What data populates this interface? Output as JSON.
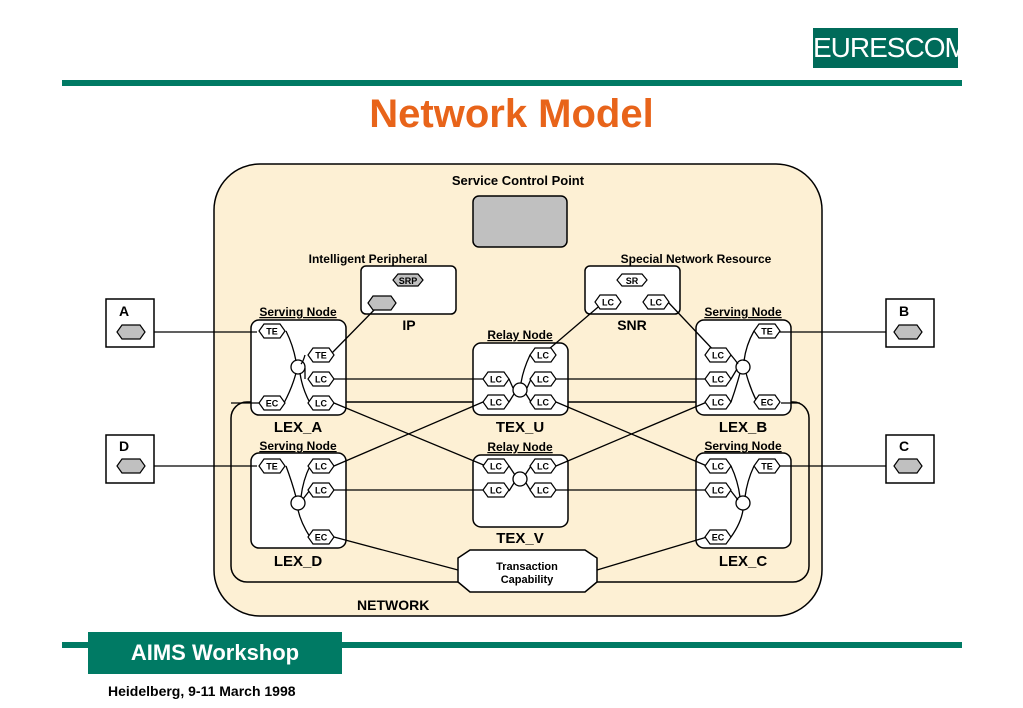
{
  "header": {
    "logo_text": "EURESCOM",
    "title": "Network Model"
  },
  "footer": {
    "workshop": "AIMS Workshop",
    "subtitle": "Heidelberg, 9-11 March 1998"
  },
  "colors": {
    "accent_green": "#007a64",
    "title_orange": "#e8641a",
    "network_fill": "#fdf0d4",
    "terminal_fill": "#c0c0c0"
  },
  "diagram": {
    "scp_label": "Service Control Point",
    "ip_caption": "Intelligent Peripheral",
    "ip_label": "IP",
    "srp": "SRP",
    "snr_caption": "Special Network Resource",
    "snr_label": "SNR",
    "sr": "SR",
    "serving_node": "Serving Node",
    "relay_node": "Relay Node",
    "network_label": "NETWORK",
    "transaction_line1": "Transaction",
    "transaction_line2": "Capability",
    "terminals": {
      "a": "A",
      "b": "B",
      "c": "C",
      "d": "D"
    },
    "nodes": {
      "lex_a": "LEX_A",
      "lex_b": "LEX_B",
      "lex_c": "LEX_C",
      "lex_d": "LEX_D",
      "tex_u": "TEX_U",
      "tex_v": "TEX_V"
    },
    "ports": {
      "te": "TE",
      "lc": "LC",
      "ec": "EC"
    }
  }
}
